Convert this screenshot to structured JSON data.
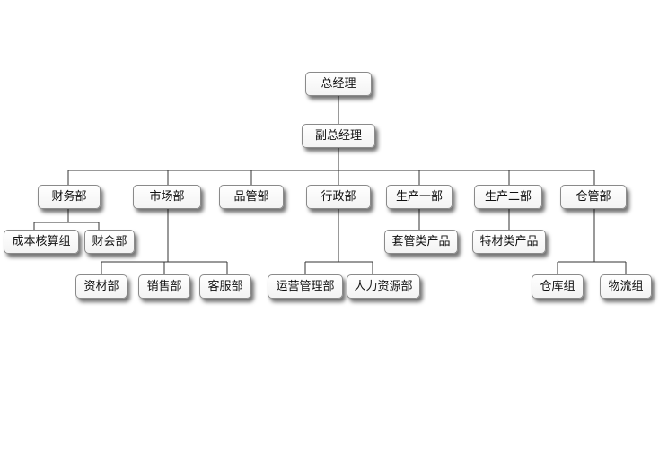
{
  "org_chart": {
    "nodes": {
      "gm": "总经理",
      "deputy_gm": "副总经理",
      "finance": "财务部",
      "cost_accounting": "成本核算组",
      "accounting": "财会部",
      "marketing": "市场部",
      "materials": "资材部",
      "sales": "销售部",
      "customer_service": "客服部",
      "quality": "品管部",
      "admin": "行政部",
      "operations": "运营管理部",
      "hr": "人力资源部",
      "production_1": "生产一部",
      "casing_products": "套管类产品",
      "production_2": "生产二部",
      "special_materials": "特材类产品",
      "warehouse": "仓管部",
      "storage_group": "仓库组",
      "logistics_group": "物流组"
    },
    "edges": [
      [
        "gm",
        "deputy_gm"
      ],
      [
        "deputy_gm",
        "finance"
      ],
      [
        "deputy_gm",
        "marketing"
      ],
      [
        "deputy_gm",
        "quality"
      ],
      [
        "deputy_gm",
        "admin"
      ],
      [
        "deputy_gm",
        "production_1"
      ],
      [
        "deputy_gm",
        "production_2"
      ],
      [
        "deputy_gm",
        "warehouse"
      ],
      [
        "finance",
        "cost_accounting"
      ],
      [
        "finance",
        "accounting"
      ],
      [
        "marketing",
        "materials"
      ],
      [
        "marketing",
        "sales"
      ],
      [
        "marketing",
        "customer_service"
      ],
      [
        "admin",
        "operations"
      ],
      [
        "admin",
        "hr"
      ],
      [
        "production_1",
        "casing_products"
      ],
      [
        "production_2",
        "special_materials"
      ],
      [
        "warehouse",
        "storage_group"
      ],
      [
        "warehouse",
        "logistics_group"
      ]
    ]
  }
}
